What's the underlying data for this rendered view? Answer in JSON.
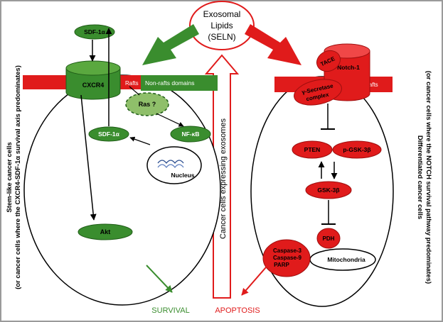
{
  "colors": {
    "green": "#3a8d2e",
    "green_dark": "#1f5c17",
    "green_light": "#8fbf6a",
    "red": "#e01b1b",
    "red_dark": "#9e0e0e",
    "frame": "#9a9a9a"
  },
  "center": {
    "exosomal_line1": "Exosomal",
    "exosomal_line2": "Lipids",
    "exosomal_line3": "(SELN)",
    "vertical_label": "Cancer cells expressing exosomes"
  },
  "left_cell": {
    "side_label_line1": "Stem-like  cancer cells",
    "side_label_line2": "(or cancer cells where the CXCR4-SDF-1α survival axis predominates)",
    "sdf_top": "SDF-1α",
    "cxcr4": "CXCR4",
    "rafts": "Rafts",
    "non_rafts": "Non-rafts domains",
    "ras": "Ras ?",
    "nfkb": "NF-κB",
    "sdf_inner": "SDF-1α",
    "nucleus": "Nucleus",
    "akt": "Akt"
  },
  "right_cell": {
    "side_label_line1": "Differentiated cancer cells",
    "side_label_line2": "(or cancer cells where the NOTCH survival pathway predominates)",
    "tace": "TACE",
    "notch": "Notch-1",
    "gamma_line1": "γ-Secretase",
    "gamma_line2": "complex",
    "rafts": "Rafts",
    "pten": "PTEN",
    "pgsk": "p-GSK-3β",
    "gsk": "GSK-3β",
    "pdh": "PDH",
    "mito": "Mitochondria",
    "caspase_line1": "Caspase-3",
    "caspase_line2": "Caspase-9",
    "caspase_line3": "PARP"
  },
  "outcomes": {
    "survival": "SURVIVAL",
    "apoptosis": "APOPTOSIS"
  }
}
